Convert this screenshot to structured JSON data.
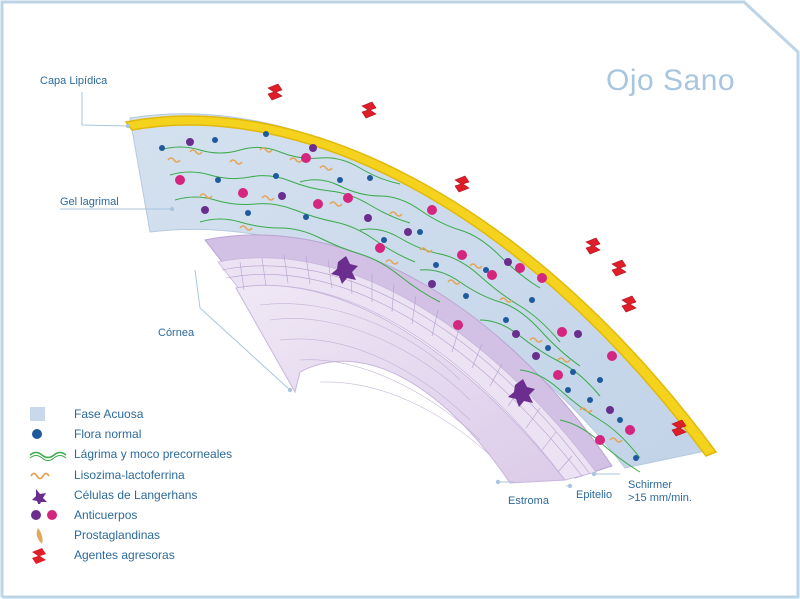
{
  "title": "Ojo Sano",
  "labels": {
    "capa_lipidica": "Capa Lipídica",
    "gel_lagrimal": "Gel lagrimal",
    "cornea": "Córnea",
    "estroma": "Estroma",
    "epitelio": "Epitelio",
    "schirmer_line1": "Schirmer",
    "schirmer_line2": ">15 mm/min."
  },
  "legend": [
    {
      "label": "Fase Acuosa",
      "icon": "aqueous-square"
    },
    {
      "label": "Flora normal",
      "icon": "blue-dot"
    },
    {
      "label": "Lágrima y moco precorneales",
      "icon": "green-wave"
    },
    {
      "label": "Lisozima-lactoferrina",
      "icon": "orange-squiggle"
    },
    {
      "label": "Células de Langerhans",
      "icon": "purple-cell"
    },
    {
      "label": "Anticuerpos",
      "icon": "antibody-star"
    },
    {
      "label": "Prostaglandinas",
      "icon": "orange-leaf"
    },
    {
      "label": "Agentes agresoras",
      "icon": "red-s"
    }
  ],
  "colors": {
    "frame": "#bdd4e6",
    "label_text": "#2c6a9c",
    "lipid": "#f5d21e",
    "aqueous": "#c9d8ea",
    "stroma": "#e8ddef",
    "epithelium": "#d2c1e4",
    "flora": "#1e5a9c",
    "mucus": "#3aaa4a",
    "lysozyme": "#e5a55a",
    "langerhans": "#6b2d8e",
    "antibody": "#d4257f",
    "aggressor": "#e01e2a"
  }
}
